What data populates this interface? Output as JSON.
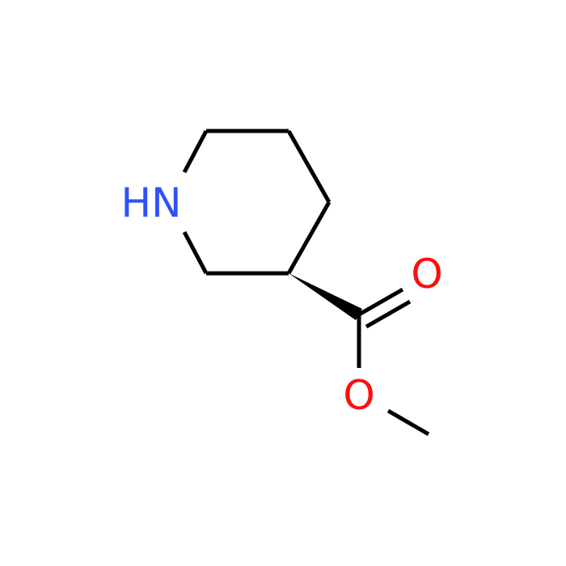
{
  "atoms": [
    {
      "id": "N1",
      "label": "HN",
      "color": "#3050F8"
    },
    {
      "id": "O1",
      "label": "O",
      "color": "#FF0D0D"
    },
    {
      "id": "O2",
      "label": "O",
      "color": "#FF0D0D"
    }
  ],
  "bond_color": "#000000"
}
